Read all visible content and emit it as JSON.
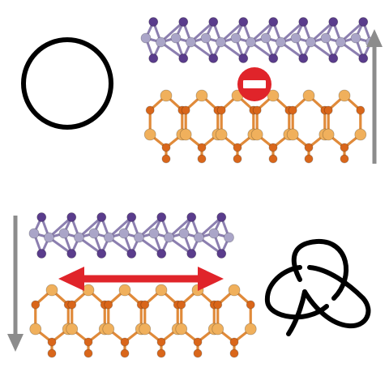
{
  "colors": {
    "background": "#ffffff",
    "outline": "#000000",
    "arrow_gray": "#8c8c8c",
    "arrow_red": "#e0242a",
    "purple_dark": "#5a3c8c",
    "purple_light": "#aaa5c8",
    "bond_purple": "#8c7fb0",
    "orange_light": "#f0b05c",
    "orange_dark": "#d9661a",
    "bond_orange": "#e08a3a"
  },
  "panels": [
    {
      "id": "top",
      "topology": "unknot",
      "relative_motion": "blocked",
      "vertical_arrow": "up"
    },
    {
      "id": "bottom",
      "topology": "trefoil-knot",
      "relative_motion": "sliding",
      "vertical_arrow": "down"
    }
  ],
  "icons": [
    "unknot-circle-icon",
    "no-entry-icon",
    "trefoil-knot-icon",
    "up-arrow-icon",
    "down-arrow-icon",
    "double-arrow-icon"
  ]
}
